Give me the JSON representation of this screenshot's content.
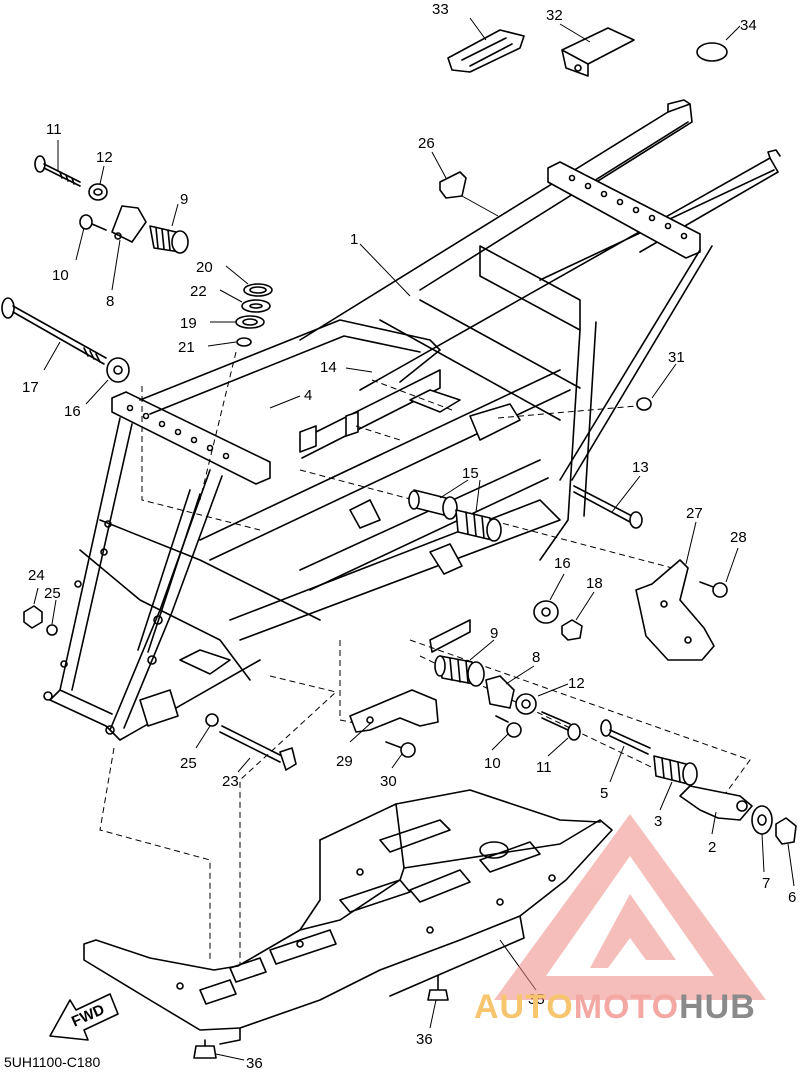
{
  "diagram": {
    "code": "5UH1100-C180",
    "fwd_label": "FWD",
    "watermark": {
      "part1": "AUTO",
      "part2": "MOTO",
      "part3": "HUB",
      "colors": {
        "auto": "#f7c56e",
        "moto": "#f4a8a4",
        "hub": "#8a8a8a",
        "triangle": "#f08a84"
      }
    },
    "callouts": [
      {
        "id": "c33",
        "label": "33"
      },
      {
        "id": "c32",
        "label": "32"
      },
      {
        "id": "c34",
        "label": "34"
      },
      {
        "id": "c26",
        "label": "26"
      },
      {
        "id": "c11a",
        "label": "11"
      },
      {
        "id": "c12a",
        "label": "12"
      },
      {
        "id": "c9a",
        "label": "9"
      },
      {
        "id": "c10a",
        "label": "10"
      },
      {
        "id": "c8a",
        "label": "8"
      },
      {
        "id": "c1",
        "label": "1"
      },
      {
        "id": "c20",
        "label": "20"
      },
      {
        "id": "c22",
        "label": "22"
      },
      {
        "id": "c19",
        "label": "19"
      },
      {
        "id": "c21",
        "label": "21"
      },
      {
        "id": "c17",
        "label": "17"
      },
      {
        "id": "c16a",
        "label": "16"
      },
      {
        "id": "c14",
        "label": "14"
      },
      {
        "id": "c4",
        "label": "4"
      },
      {
        "id": "c31",
        "label": "31"
      },
      {
        "id": "c15",
        "label": "15"
      },
      {
        "id": "c13",
        "label": "13"
      },
      {
        "id": "c27",
        "label": "27"
      },
      {
        "id": "c28",
        "label": "28"
      },
      {
        "id": "c16b",
        "label": "16"
      },
      {
        "id": "c18",
        "label": "18"
      },
      {
        "id": "c24",
        "label": "24"
      },
      {
        "id": "c25a",
        "label": "25"
      },
      {
        "id": "c9b",
        "label": "9"
      },
      {
        "id": "c8b",
        "label": "8"
      },
      {
        "id": "c12b",
        "label": "12"
      },
      {
        "id": "c25b",
        "label": "25"
      },
      {
        "id": "c23",
        "label": "23"
      },
      {
        "id": "c29",
        "label": "29"
      },
      {
        "id": "c30",
        "label": "30"
      },
      {
        "id": "c10b",
        "label": "10"
      },
      {
        "id": "c11b",
        "label": "11"
      },
      {
        "id": "c5",
        "label": "5"
      },
      {
        "id": "c3",
        "label": "3"
      },
      {
        "id": "c2",
        "label": "2"
      },
      {
        "id": "c7",
        "label": "7"
      },
      {
        "id": "c6",
        "label": "6"
      },
      {
        "id": "c35",
        "label": "35"
      },
      {
        "id": "c36a",
        "label": "36"
      },
      {
        "id": "c36b",
        "label": "36"
      }
    ]
  }
}
